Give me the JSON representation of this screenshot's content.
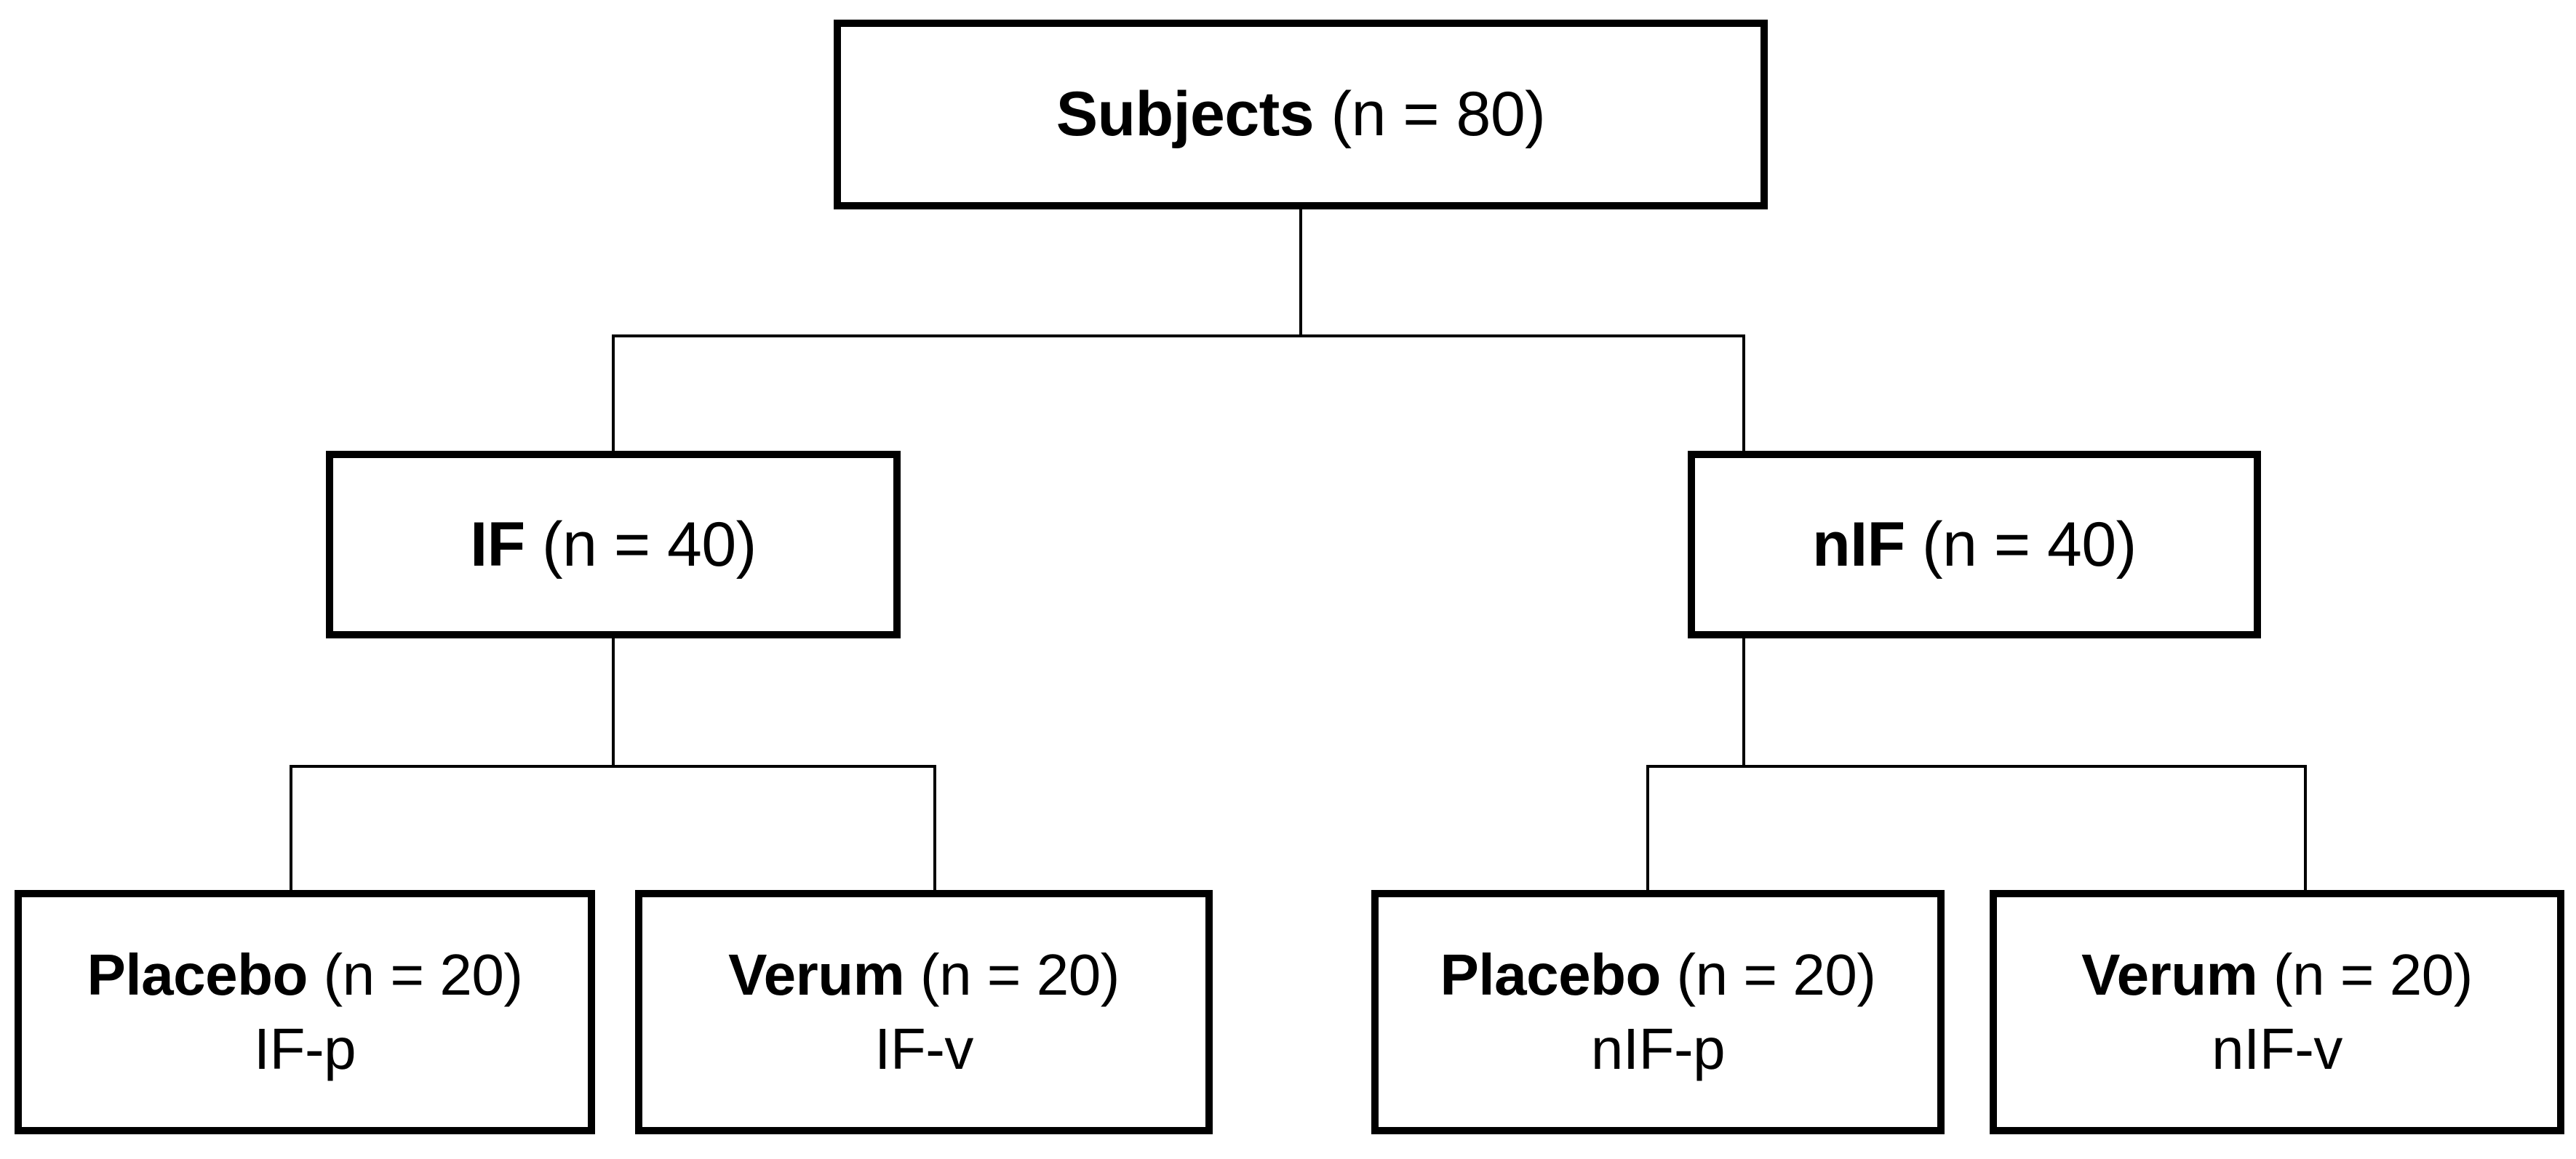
{
  "diagram": {
    "type": "study-allocation-flowchart",
    "colors": {
      "box_border": "#000000",
      "connector": "#000000",
      "background": "#ffffff",
      "text": "#000000"
    },
    "root": {
      "label_bold": "Subjects",
      "label_rest": " (n = 80)",
      "n": 80
    },
    "level2": [
      {
        "label_bold": "IF",
        "label_rest": " (n = 40)",
        "n": 40
      },
      {
        "label_bold": "nIF",
        "label_rest": " (n = 40)",
        "n": 40
      }
    ],
    "leaves": [
      {
        "label_bold": "Placebo",
        "label_rest": " (n = 20)",
        "code": "IF-p",
        "n": 20
      },
      {
        "label_bold": "Verum",
        "label_rest": " (n = 20)",
        "code": "IF-v",
        "n": 20
      },
      {
        "label_bold": "Placebo",
        "label_rest": " (n = 20)",
        "code": "nIF-p",
        "n": 20
      },
      {
        "label_bold": "Verum",
        "label_rest": " (n = 20)",
        "code": "nIF-v",
        "n": 20
      }
    ]
  }
}
